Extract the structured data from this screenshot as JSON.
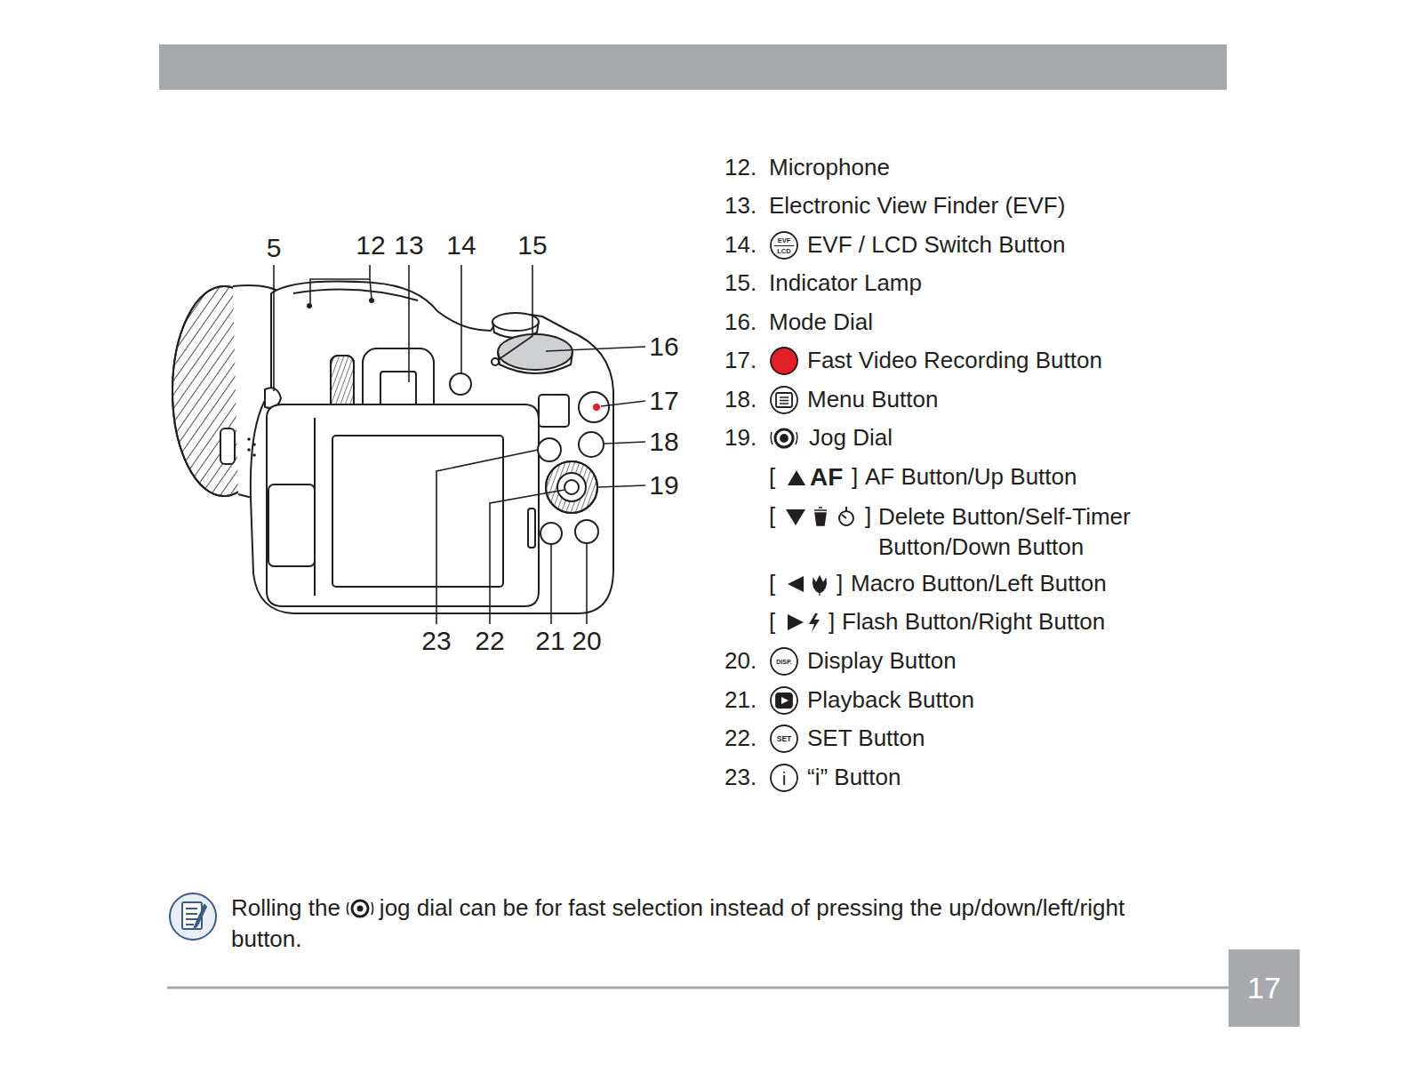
{
  "diagram": {
    "nodes": [
      {
        "text": [
          "17"
        ]
      }
    ],
    "labels": [
      "5",
      "12",
      "13",
      "14",
      "15",
      "16",
      "17",
      "18",
      "19",
      "23",
      "22",
      "21",
      "20",
      "12.",
      "Microphone",
      "13.",
      "Electronic View Finder (EVF)",
      "14.",
      "EVF",
      "LCD",
      "EVF / LCD Switch Button",
      "15.",
      "Indicator Lamp",
      "16.",
      "Mode Dial",
      "17.",
      "Fast Video Recording Button",
      "18.",
      "Menu Button",
      "19.",
      "Jog Dial",
      "[",
      "AF",
      "]",
      "AF Button/Up Button",
      "[",
      "]",
      "Delete Button/Self-Timer Button/Down Button",
      "[",
      "]",
      "Macro Button/Left Button",
      "[",
      "]",
      "Flash Button/Right Button",
      "20.",
      "DISP.",
      "Display Button",
      "21.",
      "Playback Button",
      "22.",
      "SET",
      "SET Button",
      "23.",
      "i",
      "“i” Button",
      "Rolling the",
      "jog dial can be for fast selection instead of pressing the up/down/left/right button."
    ]
  }
}
